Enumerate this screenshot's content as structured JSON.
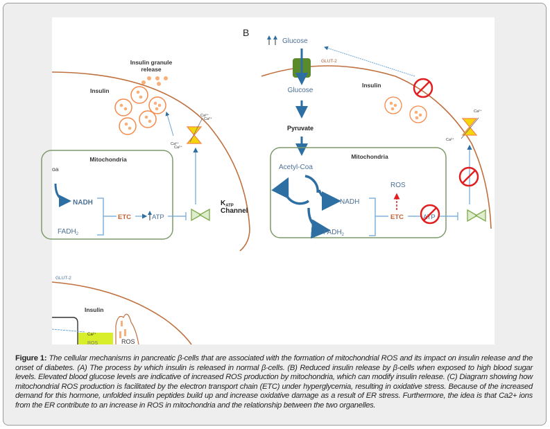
{
  "figure": {
    "panel_b_label": "B",
    "panel_a": {
      "granule_release_line1": "Insulin granule",
      "granule_release_line2": "release",
      "insulin": "Insulin",
      "mitochondria": "Mitochondria",
      "acetyl_coa_fragment": "oa",
      "nadh": "NADH",
      "fadh2": "FADH",
      "fadh2_sub": "2",
      "etc": "ETC",
      "atp": "ATP",
      "katp_k": "K",
      "katp_sub": "ATP",
      "katp_channel": "Channel",
      "ca": "Ca²⁺"
    },
    "panel_b": {
      "glucose_outside": "Glucose",
      "glut2": "GLUT-2",
      "glucose_inside": "Glucose",
      "insulin": "Insulin",
      "pyruvate": "Pyruvate",
      "mitochondria": "Mitochondria",
      "acetyl_coa": "Acetyl-Coa",
      "ros": "ROS",
      "nadh": "NADH",
      "fadh2": "FADH",
      "fadh2_sub": "2",
      "etc": "ETC",
      "atp": "ATP",
      "ca": "Ca²⁺"
    },
    "panel_c": {
      "glut2": "GLUT-2",
      "insulin": "Insulin",
      "ca": "Ca²⁺",
      "ros_left": "ROS",
      "ros_right": "ROS"
    },
    "colors": {
      "membrane": "#c0703f",
      "mito_border": "#7d9a6a",
      "arrow_blue": "#2d6ea3",
      "insulin_orange": "#f4894a",
      "inhibit_red": "#e02020",
      "glut_green": "#5a8a2a"
    }
  },
  "caption": {
    "label": "Figure 1:",
    "text": "The cellular mechanisms in pancreatic β-cells that are associated with the formation of mitochondrial ROS and its impact on insulin release and the onset of diabetes. (A) The process by which insulin is released in normal β-cells. (B) Reduced insulin release by β-cells when exposed to high blood sugar levels. Elevated blood glucose levels are indicative of increased ROS production by mitochondria, which can modify insulin release. (C) Diagram showing how mitochondrial ROS production is facilitated by the electron transport chain (ETC) under hyperglycemia, resulting in oxidative stress. Because of the increased demand for this hormone, unfolded insulin peptides build up and increase oxidative damage as a result of ER stress. Furthermore, the idea is that Ca2+ ions from the ER contribute to an increase in ROS in mitochondria and the relationship between the two organelles."
  }
}
